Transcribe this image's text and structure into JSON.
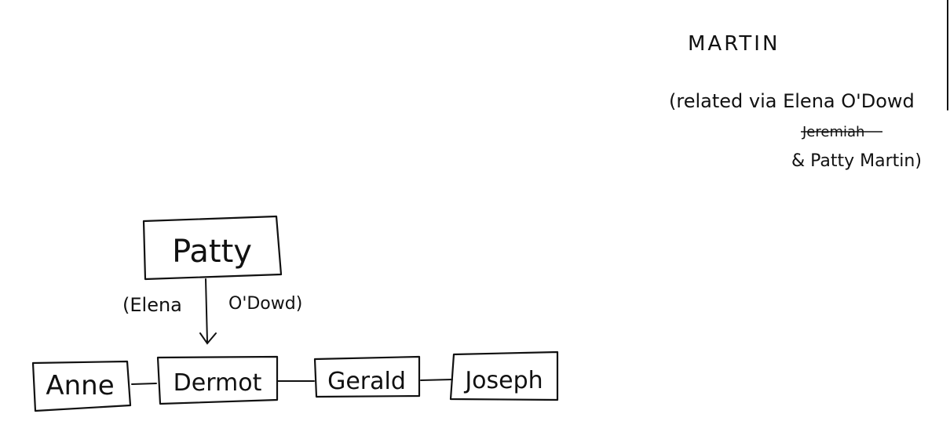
{
  "heading": "MARTIN",
  "note": {
    "line1": "(related via  Elena O'Dowd",
    "struck": "Jeremiah",
    "line3": "& Patty Martin)"
  },
  "parent": {
    "name": "Patty"
  },
  "relation": {
    "left": "(Elena",
    "right": "O'Dowd)"
  },
  "children": [
    {
      "name": "Anne"
    },
    {
      "name": "Dermot"
    },
    {
      "name": "Gerald"
    },
    {
      "name": "Joseph"
    }
  ],
  "colors": {
    "ink": "#111111",
    "paper": "#ffffff"
  }
}
